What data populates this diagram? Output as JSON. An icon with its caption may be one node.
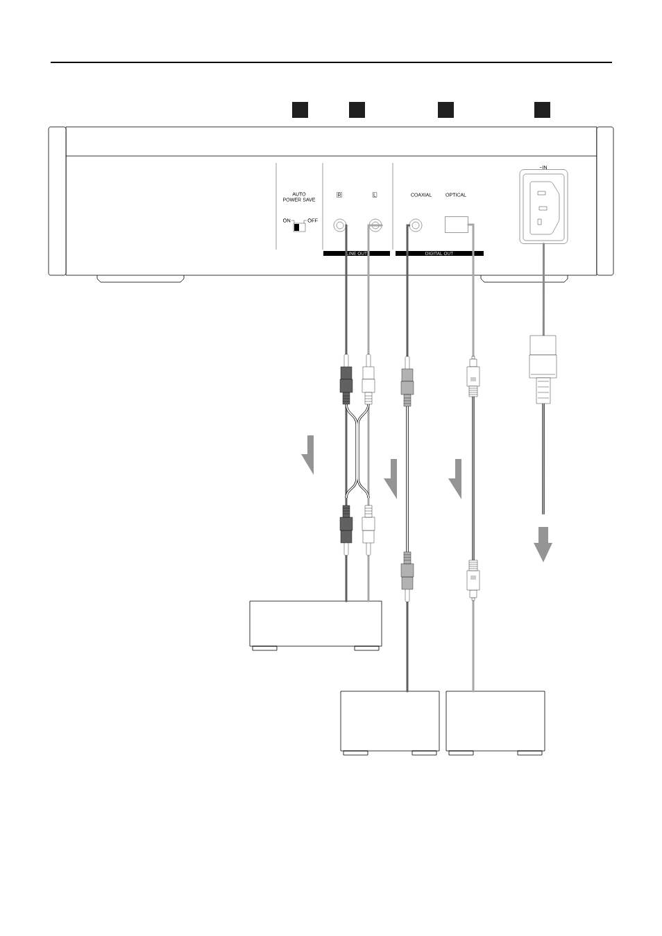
{
  "diagram": {
    "nodes": [
      {
        "text": [],
        "shape": "box"
      },
      {
        "text": [],
        "shape": "circle",
        "in": 0
      },
      {
        "text": [],
        "shape": "circle",
        "in": 0
      },
      {
        "text": [],
        "shape": "circle",
        "in": 0
      },
      {
        "text": [],
        "shape": "box",
        "in": 0
      },
      {
        "text": [
          "~IN"
        ],
        "in": 0
      },
      {
        "text": [],
        "shape": "box"
      },
      {
        "text": [],
        "shape": "box"
      },
      {
        "text": [],
        "shape": "box"
      }
    ],
    "edges": [
      {
        "from": 1,
        "to": 6,
        "arrow": "none",
        "color": "#5f5f5f"
      },
      {
        "from": 2,
        "to": 6,
        "arrow": "none",
        "color": "#a8a8a8"
      },
      {
        "from": 3,
        "to": 7,
        "arrow": "none",
        "color": "#5f5f5f"
      },
      {
        "from": 4,
        "to": 8,
        "arrow": "none",
        "color": "#a8a8a8"
      },
      {
        "from": 5,
        "to": null,
        "arrow": "none",
        "color": "#8a8a8a"
      }
    ],
    "labels": [
      "AUTO POWER SAVE",
      "ON",
      "OFF",
      "R",
      "L",
      "LINE OUT",
      "COAXIAL",
      "OPTICAL",
      "DIGITAL OUT"
    ]
  }
}
